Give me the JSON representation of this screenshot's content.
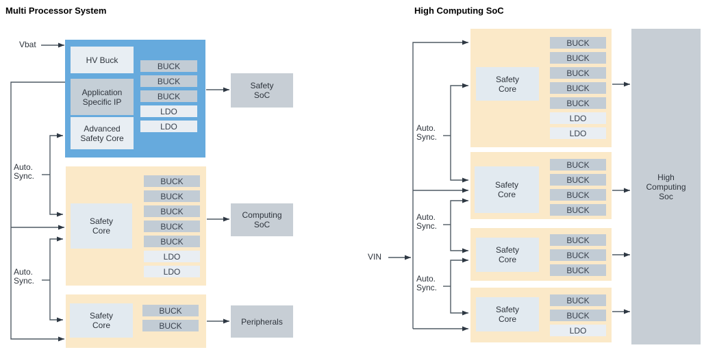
{
  "colors": {
    "pmic_blue": "#66aadd",
    "pmic_tan": "#fbe9c8",
    "buck_gray": "#c2ccd5",
    "ldo_light": "#e9eef3",
    "core_light": "#e2eaf0",
    "soc_gray": "#c7ced5",
    "wire": "#4f5a64"
  },
  "left": {
    "title": "Multi Processor System",
    "input_label": "Vbat",
    "sync_labels": [
      "Auto.\nSync.",
      "Auto.\nSync."
    ],
    "main_pmic": {
      "hv_buck": "HV Buck",
      "application_ip": "Application\nSpecific IP",
      "advanced_core": "Advanced\nSafety Core",
      "rails": [
        "BUCK",
        "BUCK",
        "BUCK",
        "LDO",
        "LDO"
      ]
    },
    "mid_pmic": {
      "core": "Safety\nCore",
      "rails": [
        "BUCK",
        "BUCK",
        "BUCK",
        "BUCK",
        "BUCK",
        "LDO",
        "LDO"
      ]
    },
    "bottom_pmic": {
      "core": "Safety\nCore",
      "rails": [
        "BUCK",
        "BUCK"
      ]
    },
    "outputs": {
      "safety_soc": "Safety\nSoC",
      "computing_soc": "Computing\nSoC",
      "peripherals": "Peripherals"
    }
  },
  "right": {
    "title": "High Computing SoC",
    "input_label": "VIN",
    "sync_labels": [
      "Auto.\nSync.",
      "Auto.\nSync.",
      "Auto.\nSync."
    ],
    "pmic1": {
      "core": "Safety\nCore",
      "rails": [
        "BUCK",
        "BUCK",
        "BUCK",
        "BUCK",
        "BUCK",
        "LDO",
        "LDO"
      ]
    },
    "pmic2": {
      "core": "Safety\nCore",
      "rails": [
        "BUCK",
        "BUCK",
        "BUCK",
        "BUCK"
      ]
    },
    "pmic3": {
      "core": "Safety\nCore",
      "rails": [
        "BUCK",
        "BUCK",
        "BUCK"
      ]
    },
    "pmic4": {
      "core": "Safety\nCore",
      "rails": [
        "BUCK",
        "BUCK",
        "LDO"
      ]
    },
    "output_label": "High\nComputing\nSoc"
  }
}
